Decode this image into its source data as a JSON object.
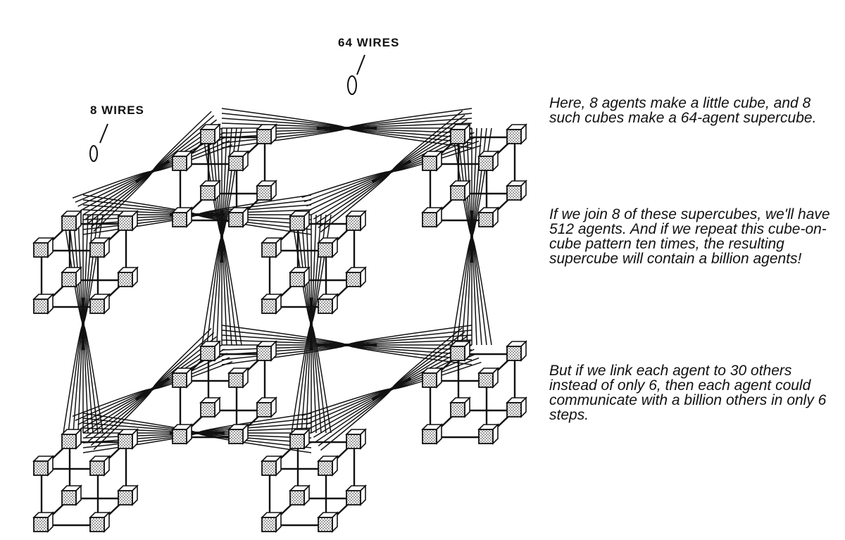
{
  "labels": {
    "wires_64": "64 WIRES",
    "wires_8": "8 WIRES"
  },
  "captions": [
    "Here, 8 agents make a little cube, and 8 such cubes make a 64-agent supercube.",
    "If we join 8 of these supercubes, we'll have 512 agents.  And if we repeat this cube-on-cube pattern ten times, the resulting supercube will contain a billion agents!",
    "But if  we link each agent to 30 others instead of only 6, then each agent could communicate with a billion others in only 6 steps."
  ],
  "diagram": {
    "cubes_total": 8,
    "agents_per_cube": 8,
    "colors": {
      "ink": "#111111",
      "paper": "#ffffff",
      "stipple": "#888888"
    }
  }
}
